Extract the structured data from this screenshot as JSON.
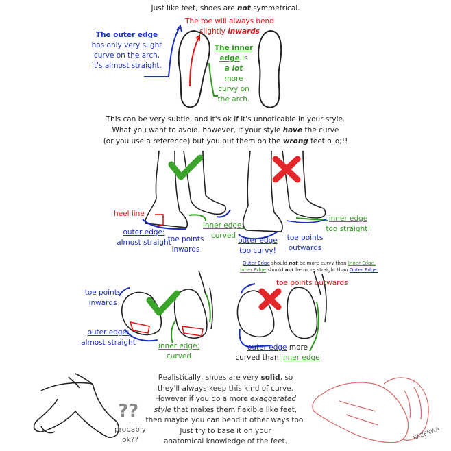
{
  "title": {
    "pre": "Just like feet, shoes are ",
    "em": "not",
    "post": " symmetrical."
  },
  "outer_edge": {
    "heading": "The outer edge",
    "lines": [
      "has only very slight",
      "curve on the arch,",
      "it's almost straight."
    ]
  },
  "toe": {
    "line1": "The toe will always bend",
    "line2_pre": "slightly ",
    "line2_em": "inwards"
  },
  "inner_edge": {
    "heading1": "The inner",
    "heading2": "edge",
    "is": " is",
    "alot": "a lot",
    "lines": [
      "more",
      "curvy on",
      "the arch."
    ]
  },
  "subtle": {
    "line1": "This can be very subtle, and it's ok if it's unnoticable in your style.",
    "line2_pre": "What you want to avoid, however, if your style ",
    "line2_em": "have",
    "line2_post": " the curve",
    "line3_pre": "(or you use a reference) but you put them on the ",
    "line3_em": "wrong",
    "line3_post": " feet o_o;!!"
  },
  "side_right": {
    "heel_line": "heel line",
    "outer_edge": "outer edge:",
    "almost_straight": "almost straight",
    "toe_points": "toe points",
    "inwards": "inwards",
    "inner_edge": "inner edge:",
    "curved": "curved"
  },
  "side_wrong": {
    "outer_edge": "outer edge",
    "too_curvy": "too curvy!",
    "toe_points": "toe points",
    "outwards": "outwards",
    "inner_edge": "inner edge",
    "too_straight": "too straight!"
  },
  "rule_note": {
    "a1": "Outer Edge",
    "a2": " should ",
    "a3": "not",
    "a4": " be more curvy than ",
    "a5": "Inner Edge,",
    "b1": "Inner Edge",
    "b2": " should ",
    "b3": "not",
    "b4": " be more straight than ",
    "b5": "Outer Edge."
  },
  "sole_right": {
    "toe_points": "toe points",
    "inwards": "inwards",
    "outer_edge": "outer edge:",
    "almost_straight": "almost straight",
    "inner_edge": "inner edge:",
    "curved": "curved"
  },
  "sole_wrong": {
    "toe_points_outwards": "toe points outwards",
    "outer_edge": "outer edge",
    "more": " more",
    "curved_than": "curved than ",
    "inner_edge": "inner edge"
  },
  "bottom": {
    "q": "??",
    "probably": "probably",
    "ok": "ok??",
    "l1_pre": "Realistically, shoes are very ",
    "l1_em": "solid",
    "l1_post": ", so",
    "l2": "they'll always keep this kind of curve.",
    "l3_pre": "However if you do a more ",
    "l3_em": "exaggerated",
    "l4_em": "style",
    "l4_post": " that makes them flexible like feet,",
    "l5": "then maybe you can bend it other ways too.",
    "l6": "Just try to base it on your",
    "l7": "anatomical knowledge of the feet.",
    "signature": "KAZENWA"
  },
  "colors": {
    "blue": "#1b2fc0",
    "red": "#e01515",
    "green": "#2f9a1f",
    "check": "#3aa52a",
    "cross": "#e3272b"
  }
}
